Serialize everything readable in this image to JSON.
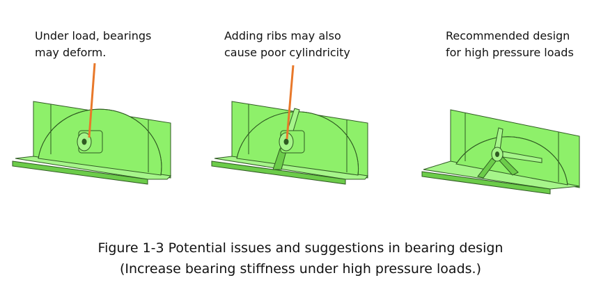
{
  "figure": {
    "labels": [
      {
        "lines": [
          "Under load, bearings",
          "may deform."
        ]
      },
      {
        "lines": [
          "Adding ribs may also",
          "cause poor cylindricity"
        ]
      },
      {
        "lines": [
          "Recommended design",
          "for high pressure loads"
        ]
      }
    ],
    "caption": {
      "line1": "Figure 1-3  Potential issues and suggestions in bearing design",
      "line2": "(Increase bearing stiffness under high pressure loads.)"
    },
    "colors": {
      "part_fill": "#8ef06a",
      "part_light": "#a6f58a",
      "part_dark": "#6ccc4a",
      "edge": "#2f5a22",
      "leader": "#e8782a"
    }
  }
}
